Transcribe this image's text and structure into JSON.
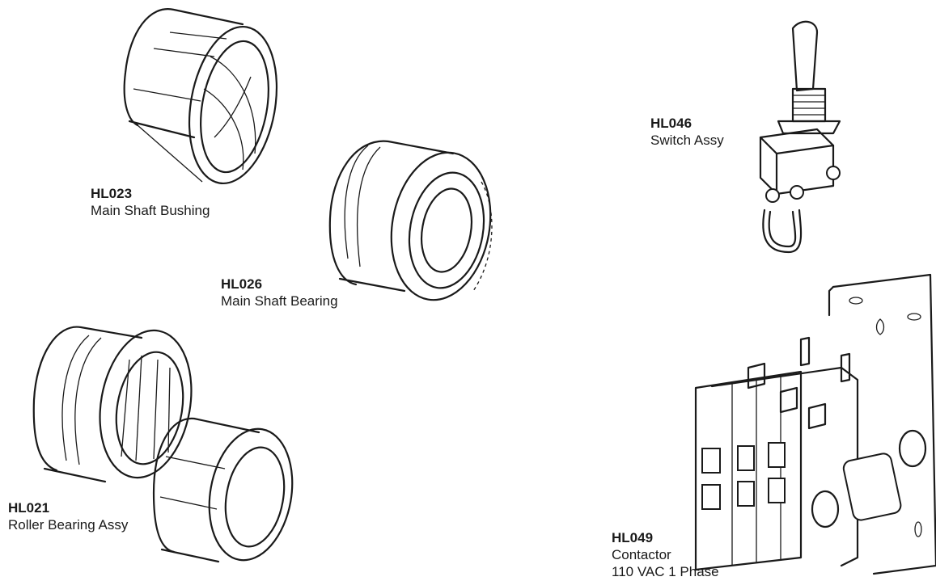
{
  "parts": [
    {
      "id": "hl023",
      "part_number": "HL023",
      "description": "Main Shaft Bushing"
    },
    {
      "id": "hl026",
      "part_number": "HL026",
      "description": "Main Shaft Bearing"
    },
    {
      "id": "hl021",
      "part_number": "HL021",
      "description": "Roller Bearing Assy"
    },
    {
      "id": "hl046",
      "part_number": "HL046",
      "description": "Switch Assy"
    },
    {
      "id": "hl049",
      "part_number": "HL049",
      "description": "Contactor",
      "description_2": "110 VAC 1 Phase"
    }
  ],
  "colors": {
    "ink": "#1a1a1a",
    "background": "#ffffff"
  }
}
